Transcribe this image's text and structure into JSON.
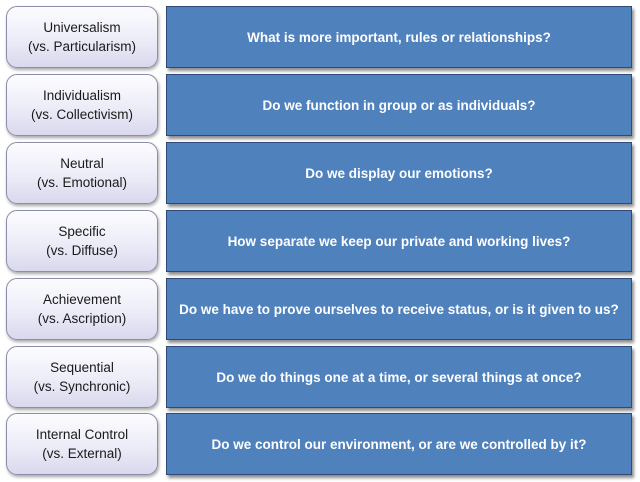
{
  "rows": [
    {
      "label": "Universalism",
      "sublabel": "(vs. Particularism)",
      "question": "What is more important, rules or relationships?"
    },
    {
      "label": "Individualism",
      "sublabel": "(vs. Collectivism)",
      "question": "Do we function in group or as individuals?"
    },
    {
      "label": "Neutral",
      "sublabel": "(vs. Emotional)",
      "question": "Do we display our emotions?"
    },
    {
      "label": "Specific",
      "sublabel": "(vs. Diffuse)",
      "question": "How separate we keep our private and working lives?"
    },
    {
      "label": "Achievement",
      "sublabel": "(vs. Ascription)",
      "question": "Do we have to prove ourselves to receive status, or is it given to us?"
    },
    {
      "label": "Sequential",
      "sublabel": "(vs. Synchronic)",
      "question": "Do we do things one at a time, or several things at once?"
    },
    {
      "label": "Internal Control",
      "sublabel": "(vs. External)",
      "question": "Do we control our environment, or are we controlled by it?"
    }
  ],
  "colors": {
    "question_fill": "#4f81bd",
    "question_border": "#2f4a78",
    "label_fill_top": "#fcfcff",
    "label_fill_bottom": "#d9d8ee",
    "label_border": "#8a8ea8"
  }
}
